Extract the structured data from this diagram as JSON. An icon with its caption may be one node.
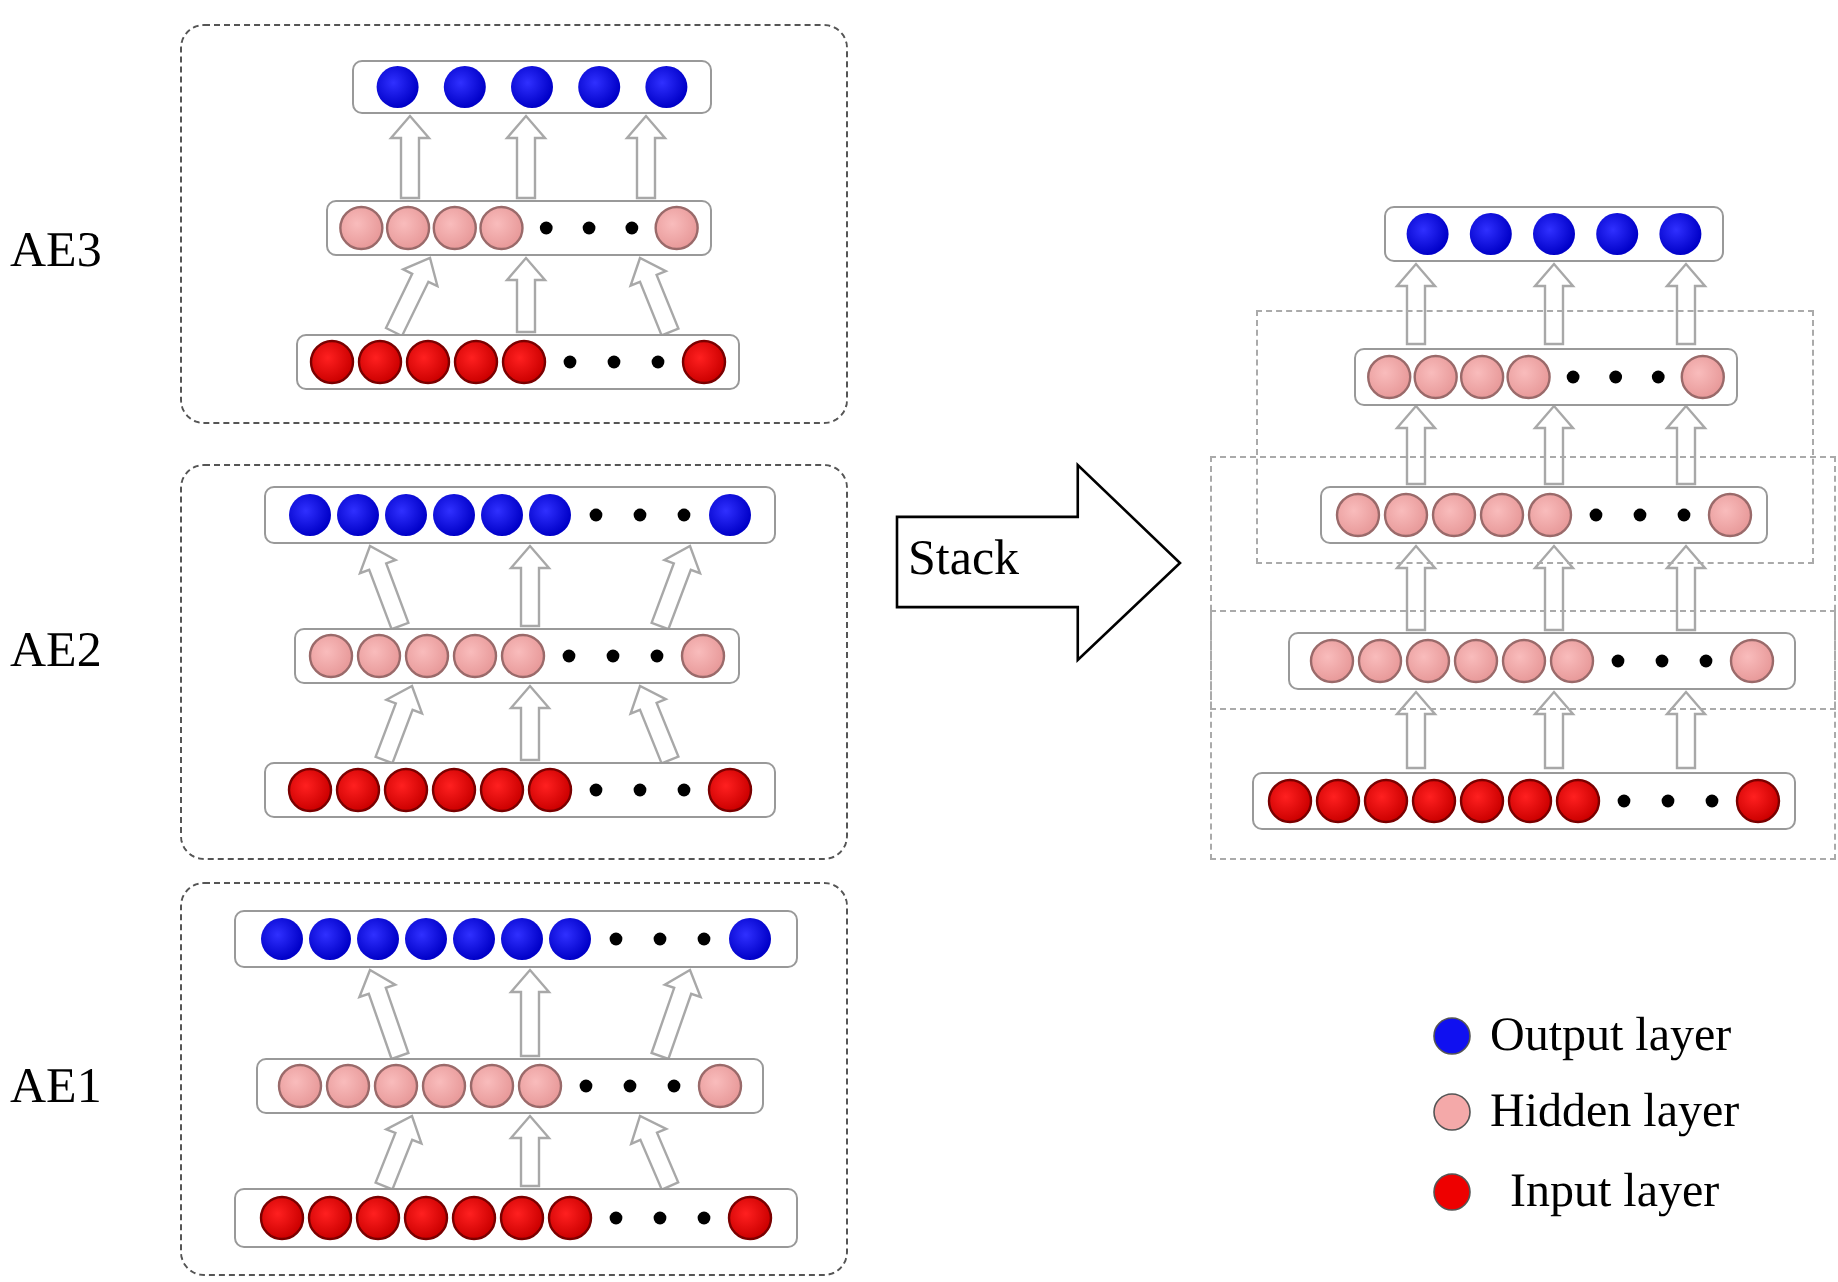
{
  "diagram": {
    "nodes": [
      {
        "text": [
          "AE3"
        ]
      },
      {
        "text": [],
        "shape": "bar",
        "in": 0
      },
      {
        "text": [],
        "shape": "bar",
        "in": 0
      },
      {
        "text": [],
        "shape": "bar",
        "in": 0
      },
      {
        "text": [
          "AE2"
        ]
      },
      {
        "text": [],
        "shape": "bar",
        "in": 4
      },
      {
        "text": [],
        "shape": "bar",
        "in": 4
      },
      {
        "text": [],
        "shape": "bar",
        "in": 4
      },
      {
        "text": [
          "AE1"
        ]
      },
      {
        "text": [],
        "shape": "bar",
        "in": 8
      },
      {
        "text": [],
        "shape": "bar",
        "in": 8
      },
      {
        "text": [],
        "shape": "bar",
        "in": 8
      },
      {
        "text": [
          "Stack"
        ]
      },
      {
        "text": [],
        "shape": "bar"
      },
      {
        "text": [],
        "shape": "box"
      },
      {
        "text": [],
        "shape": "bar",
        "in": 14
      },
      {
        "text": [],
        "shape": "box"
      },
      {
        "text": [],
        "shape": "bar"
      },
      {
        "text": [],
        "shape": "box"
      },
      {
        "text": [],
        "shape": "bar"
      },
      {
        "text": [],
        "shape": "bar",
        "in": 18
      }
    ],
    "edges": [
      {
        "from": 3,
        "to": 2,
        "arrow": "to"
      },
      {
        "from": 3,
        "to": 2,
        "arrow": "to"
      },
      {
        "from": 3,
        "to": 2,
        "arrow": "to"
      },
      {
        "from": 2,
        "to": 1,
        "arrow": "to"
      },
      {
        "from": 2,
        "to": 1,
        "arrow": "to"
      },
      {
        "from": 2,
        "to": 1,
        "arrow": "to"
      },
      {
        "from": 7,
        "to": 6,
        "arrow": "to"
      },
      {
        "from": 7,
        "to": 6,
        "arrow": "to"
      },
      {
        "from": 7,
        "to": 6,
        "arrow": "to"
      },
      {
        "from": 6,
        "to": 5,
        "arrow": "to"
      },
      {
        "from": 6,
        "to": 5,
        "arrow": "to"
      },
      {
        "from": 6,
        "to": 5,
        "arrow": "to"
      },
      {
        "from": 11,
        "to": 10,
        "arrow": "to"
      },
      {
        "from": 11,
        "to": 10,
        "arrow": "to"
      },
      {
        "from": 11,
        "to": 10,
        "arrow": "to"
      },
      {
        "from": 10,
        "to": 9,
        "arrow": "to"
      },
      {
        "from": 10,
        "to": 9,
        "arrow": "to"
      },
      {
        "from": 10,
        "to": 9,
        "arrow": "to"
      },
      {
        "from": 20,
        "to": 19,
        "arrow": "to"
      },
      {
        "from": 20,
        "to": 19,
        "arrow": "to"
      },
      {
        "from": 20,
        "to": 19,
        "arrow": "to"
      },
      {
        "from": 19,
        "to": 17,
        "arrow": "to"
      },
      {
        "from": 19,
        "to": 17,
        "arrow": "to"
      },
      {
        "from": 19,
        "to": 17,
        "arrow": "to"
      },
      {
        "from": 17,
        "to": 15,
        "arrow": "to"
      },
      {
        "from": 17,
        "to": 15,
        "arrow": "to"
      },
      {
        "from": 17,
        "to": 15,
        "arrow": "to"
      },
      {
        "from": 15,
        "to": 13,
        "arrow": "to"
      },
      {
        "from": 15,
        "to": 13,
        "arrow": "to"
      },
      {
        "from": 15,
        "to": 13,
        "arrow": "to"
      }
    ],
    "legend": [
      {
        "text": "Output layer",
        "color": "#1010f0"
      },
      {
        "text": "Hidden layer",
        "color": "#f4a9a9"
      },
      {
        "text": "Input layer",
        "color": "#ee0000"
      }
    ]
  }
}
